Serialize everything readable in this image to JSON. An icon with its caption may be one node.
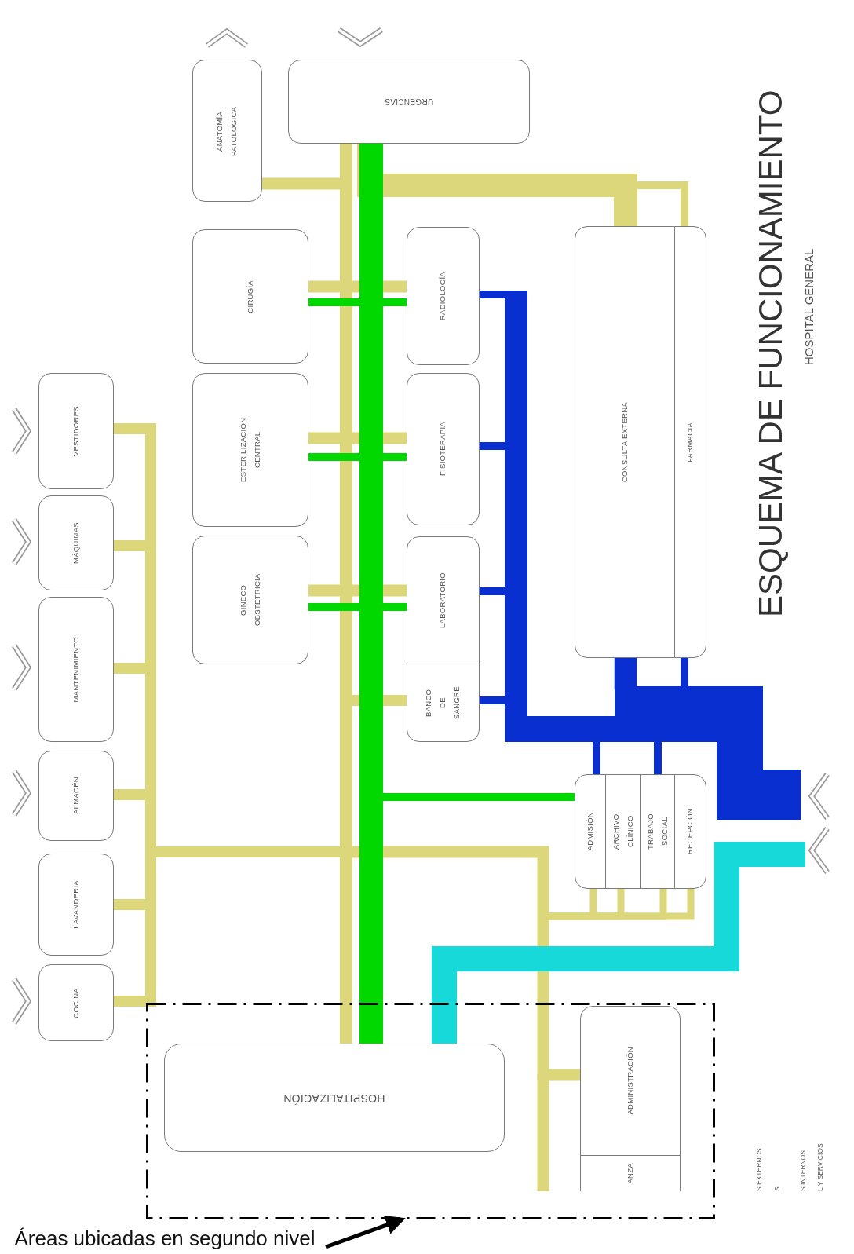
{
  "diagram": {
    "title": "ESQUEMA DE FUNCIONAMIENTO",
    "nodes": [
      {
        "text": [
          "URGENCIAS"
        ]
      },
      {
        "text": [
          "ANATOMÍA PATOLOGICA"
        ]
      },
      {
        "text": [
          "CIRUGÍA"
        ]
      },
      {
        "text": [
          "RADIOLOGÍA"
        ]
      },
      {
        "text": [
          "ESTERILIZACIÓN CENTRAL"
        ]
      },
      {
        "text": [
          "FISIOTERAPIA"
        ]
      },
      {
        "text": [
          "GINECO OBSTETRICIA"
        ]
      },
      {
        "text": [
          "LABORATORIO"
        ]
      },
      {
        "text": [
          "BANCO DE SANGRE"
        ]
      },
      {
        "text": [
          "CONSULTA EXTERNA"
        ]
      },
      {
        "text": [
          "FARMACIA"
        ]
      },
      {
        "text": [
          "VESTIDORES"
        ]
      },
      {
        "text": [
          "MÁQUINAS"
        ]
      },
      {
        "text": [
          "MANTENIMIENTO"
        ]
      },
      {
        "text": [
          "ALMACÉN"
        ]
      },
      {
        "text": [
          "LAVANDERIA"
        ]
      },
      {
        "text": [
          "COCINA"
        ]
      },
      {
        "text": [
          "ADMISIÓN"
        ]
      },
      {
        "text": [
          "ARCHIVO CLÍNICO"
        ]
      },
      {
        "text": [
          "TRABAJO SOCIAL"
        ]
      },
      {
        "text": [
          "RECEPCIÓN"
        ]
      },
      {
        "text": [],
        "shape": "box"
      },
      {
        "text": [
          "HOSPITALIZACIÓN"
        ],
        "in": 21
      },
      {
        "text": [
          "ADMINISTRACIÓN"
        ],
        "in": 21
      },
      {
        "text": [
          "ANZA"
        ],
        "in": 21
      },
      {
        "text": [
          "Áreas ubicadas en segundo nivel"
        ]
      },
      {
        "text": [],
        "shape": "bar"
      }
    ],
    "edges": [
      {
        "from": 0,
        "to": 22,
        "arrow": "none"
      },
      {
        "from": 1,
        "to": 22,
        "arrow": "none"
      },
      {
        "from": 9,
        "to": 0,
        "arrow": "none",
        "style": "thick"
      },
      {
        "from": 10,
        "to": 0,
        "arrow": "none"
      },
      {
        "from": 2,
        "to": 3,
        "arrow": "none"
      },
      {
        "from": 4,
        "to": 5,
        "arrow": "none"
      },
      {
        "from": 6,
        "to": 7,
        "arrow": "none"
      },
      {
        "from": 8,
        "to": 22,
        "arrow": "none"
      },
      {
        "from": 0,
        "to": 22,
        "arrow": "none",
        "style": "thick",
        "color": "#00d800"
      },
      {
        "from": 2,
        "to": 3,
        "arrow": "none",
        "color": "#00d800"
      },
      {
        "from": 4,
        "to": 5,
        "arrow": "none",
        "color": "#00d800"
      },
      {
        "from": 6,
        "to": 7,
        "arrow": "none",
        "color": "#00d800"
      },
      {
        "from": 17,
        "to": 22,
        "arrow": "none",
        "color": "#00d800"
      },
      {
        "from": 11,
        "to": 22,
        "arrow": "none"
      },
      {
        "from": 12,
        "to": 22,
        "arrow": "none"
      },
      {
        "from": 13,
        "to": 22,
        "arrow": "none"
      },
      {
        "from": 14,
        "to": 22,
        "arrow": "none"
      },
      {
        "from": 15,
        "to": 22,
        "arrow": "none"
      },
      {
        "from": 16,
        "to": 22,
        "arrow": "none"
      },
      {
        "from": 23,
        "to": 22,
        "arrow": "none"
      },
      {
        "from": 17,
        "to": 22,
        "arrow": "none"
      },
      {
        "from": 18,
        "to": 22,
        "arrow": "none"
      },
      {
        "from": 19,
        "to": 22,
        "arrow": "none"
      },
      {
        "from": 20,
        "to": 22,
        "arrow": "none"
      },
      {
        "from": 3,
        "to": 26,
        "arrow": "none",
        "color": "#0a2fd0"
      },
      {
        "from": 5,
        "to": 26,
        "arrow": "none",
        "color": "#0a2fd0"
      },
      {
        "from": 7,
        "to": 26,
        "arrow": "none",
        "color": "#0a2fd0"
      },
      {
        "from": 8,
        "to": 26,
        "arrow": "none",
        "color": "#0a2fd0"
      },
      {
        "from": 9,
        "to": 26,
        "arrow": "none",
        "style": "thick",
        "color": "#0a2fd0"
      },
      {
        "from": 10,
        "to": 26,
        "arrow": "none",
        "color": "#0a2fd0"
      },
      {
        "from": 17,
        "to": 26,
        "arrow": "none",
        "color": "#0a2fd0"
      },
      {
        "from": 19,
        "to": 26,
        "arrow": "none",
        "color": "#0a2fd0"
      },
      {
        "from": 22,
        "to": null,
        "arrow": "none",
        "style": "thick",
        "color": "#17d9d9"
      },
      {
        "from": 25,
        "to": 21,
        "arrow": "to",
        "color": "#000000"
      }
    ],
    "labels": [
      "HOSPITAL GENERAL",
      "S EXTERNOS",
      "S",
      "S INTERNOS",
      "L Y SERVICIOS"
    ]
  }
}
